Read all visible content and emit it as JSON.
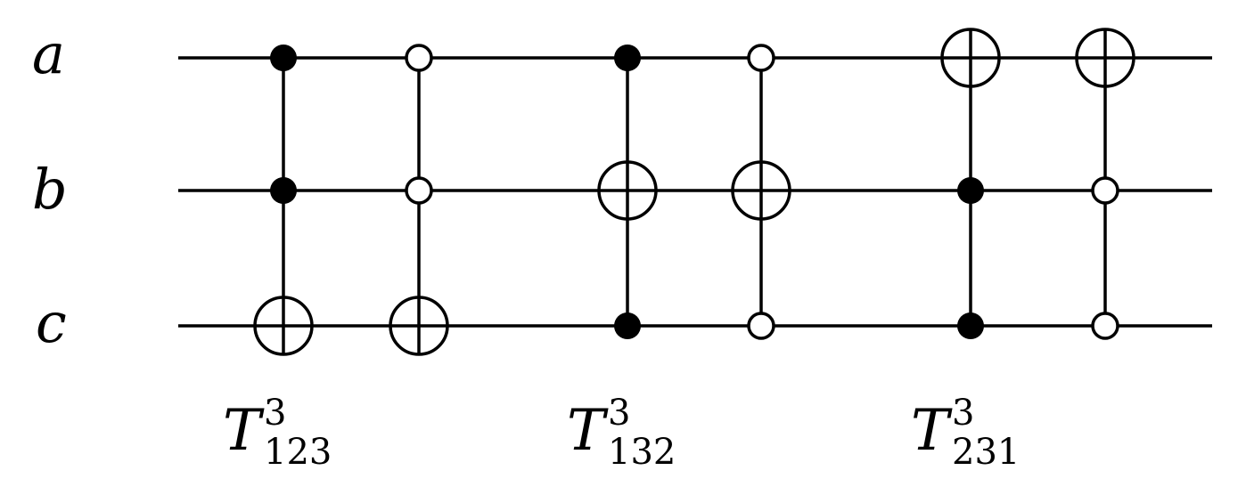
{
  "wires": [
    {
      "label": "a"
    },
    {
      "label": "b"
    },
    {
      "label": "c"
    }
  ],
  "gate_groups": [
    {
      "symbol": "T",
      "superscript": "3",
      "subscript": "123"
    },
    {
      "symbol": "T",
      "superscript": "3",
      "subscript": "132"
    },
    {
      "symbol": "T",
      "superscript": "3",
      "subscript": "231"
    }
  ],
  "gates": [
    {
      "group": 0,
      "target": "c",
      "controls": [
        {
          "wire": "a",
          "type": "filled"
        },
        {
          "wire": "b",
          "type": "filled"
        }
      ]
    },
    {
      "group": 0,
      "target": "c",
      "controls": [
        {
          "wire": "a",
          "type": "open"
        },
        {
          "wire": "b",
          "type": "open"
        }
      ]
    },
    {
      "group": 1,
      "target": "b",
      "controls": [
        {
          "wire": "a",
          "type": "filled"
        },
        {
          "wire": "c",
          "type": "filled"
        }
      ]
    },
    {
      "group": 1,
      "target": "b",
      "controls": [
        {
          "wire": "a",
          "type": "open"
        },
        {
          "wire": "c",
          "type": "open"
        }
      ]
    },
    {
      "group": 2,
      "target": "a",
      "controls": [
        {
          "wire": "b",
          "type": "filled"
        },
        {
          "wire": "c",
          "type": "filled"
        }
      ]
    },
    {
      "group": 2,
      "target": "a",
      "controls": [
        {
          "wire": "b",
          "type": "open"
        },
        {
          "wire": "c",
          "type": "open"
        }
      ]
    }
  ],
  "colors": {
    "line": "#000000",
    "background": "#ffffff"
  }
}
